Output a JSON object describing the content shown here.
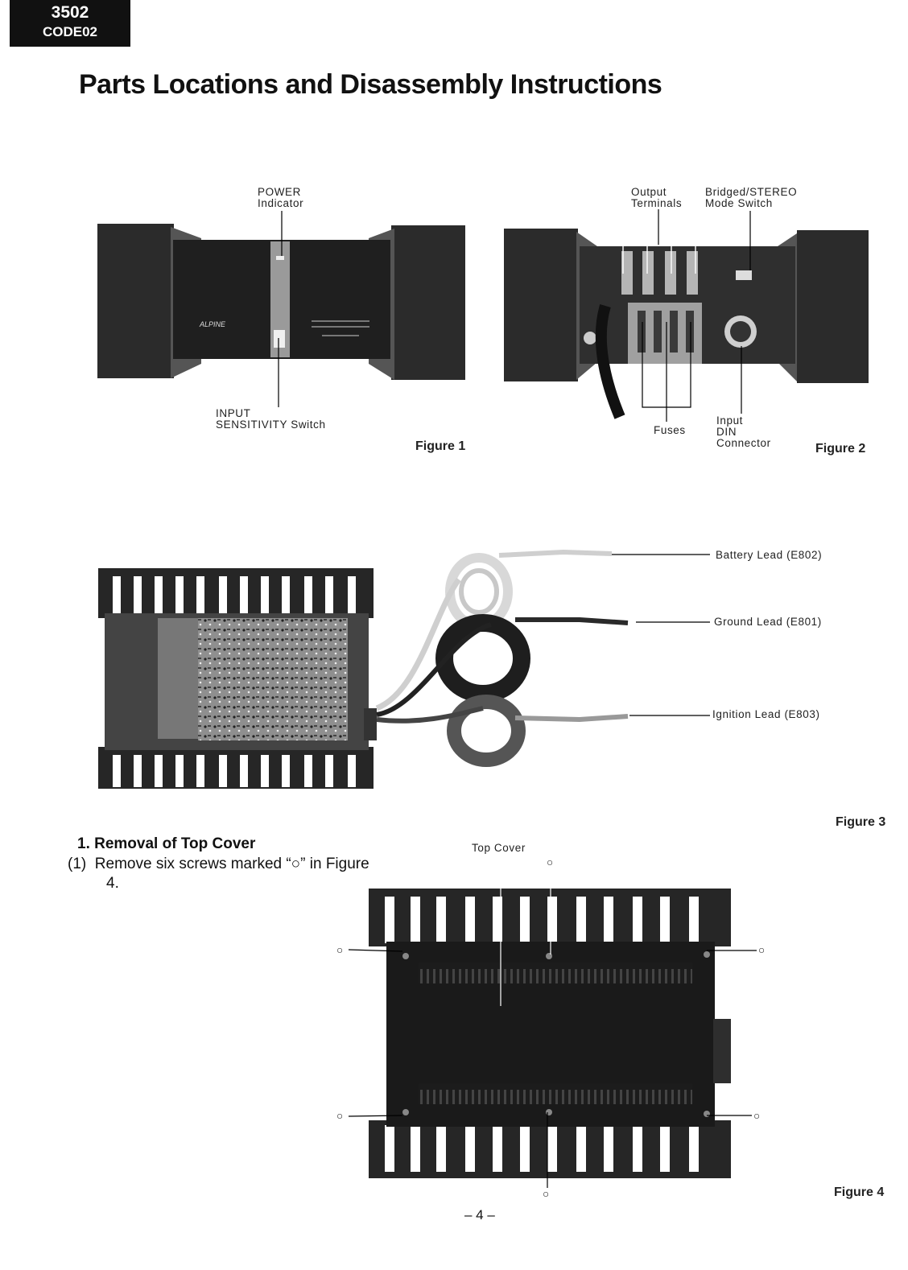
{
  "header": {
    "model": "3502",
    "code": "CODE02"
  },
  "page_title": "Parts Locations and Disassembly Instructions",
  "figure1": {
    "caption": "Figure 1",
    "power_indicator": [
      "POWER",
      "Indicator"
    ],
    "input_sensitivity": [
      "INPUT",
      "SENSITIVITY Switch"
    ]
  },
  "figure2": {
    "caption": "Figure 2",
    "output_terminals": [
      "Output",
      "Terminals"
    ],
    "mode_switch": [
      "Bridged/STEREO",
      "Mode Switch"
    ],
    "fuses": "Fuses",
    "input_din": [
      "Input",
      "DIN",
      "Connector"
    ]
  },
  "figure3": {
    "caption": "Figure 3",
    "battery_lead": "Battery Lead (E802)",
    "ground_lead": "Ground Lead (E801)",
    "ignition_lead": "Ignition Lead (E803)"
  },
  "figure4": {
    "caption": "Figure 4",
    "top_cover": "Top Cover",
    "screw_mark": "○"
  },
  "section1": {
    "title": "1.  Removal of Top Cover",
    "step_num": "(1)",
    "step_text": "Remove six screws marked “○” in Figure",
    "step_cont": "4."
  },
  "page_number": "– 4 –"
}
